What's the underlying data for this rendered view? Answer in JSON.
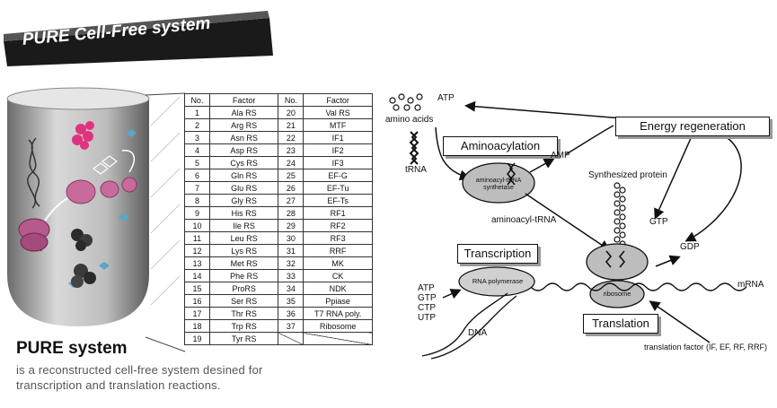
{
  "banner": {
    "title": "PURE Cell-Free system"
  },
  "summary": {
    "title": "PURE system",
    "description_line1": "is a reconstructed cell-free system desined for",
    "description_line2": "transcription and translation reactions."
  },
  "table": {
    "headers": [
      "No.",
      "Factor",
      "No.",
      "Factor"
    ],
    "rows": [
      [
        "1",
        "Ala RS",
        "20",
        "Val RS"
      ],
      [
        "2",
        "Arg RS",
        "21",
        "MTF"
      ],
      [
        "3",
        "Asn RS",
        "22",
        "IF1"
      ],
      [
        "4",
        "Asp RS",
        "23",
        "IF2"
      ],
      [
        "5",
        "Cys RS",
        "24",
        "IF3"
      ],
      [
        "6",
        "Gln RS",
        "25",
        "EF-G"
      ],
      [
        "7",
        "Glu RS",
        "26",
        "EF-Tu"
      ],
      [
        "8",
        "Gly RS",
        "27",
        "EF-Ts"
      ],
      [
        "9",
        "His RS",
        "28",
        "RF1"
      ],
      [
        "10",
        "Ile RS",
        "29",
        "RF2"
      ],
      [
        "11",
        "Leu RS",
        "30",
        "RF3"
      ],
      [
        "12",
        "Lys RS",
        "31",
        "RRF"
      ],
      [
        "13",
        "Met RS",
        "32",
        "MK"
      ],
      [
        "14",
        "Phe RS",
        "33",
        "CK"
      ],
      [
        "15",
        "ProRS",
        "34",
        "NDK"
      ],
      [
        "16",
        "Ser RS",
        "35",
        "Ppiase"
      ],
      [
        "17",
        "Thr RS",
        "36",
        "T7 RNA poly."
      ],
      [
        "18",
        "Trp RS",
        "37",
        "Ribosome"
      ],
      [
        "19",
        "Tyr RS",
        "",
        ""
      ]
    ]
  },
  "diagram": {
    "atp_top": "ATP",
    "amino_acids": "amino acids",
    "trna": "tRNA",
    "aminoacylation": "Aminoacylation",
    "synthetase": "aminoacyl-tRNA synthetase",
    "amp": "AMP",
    "energy_regeneration": "Energy regeneration",
    "synthesized_protein": "Synthesized protein",
    "aminoacyl_trna": "aminoacyl-tRNA",
    "gtp": "GTP",
    "gdp": "GDP",
    "transcription": "Transcription",
    "rna_polymerase": "RNA polymerase",
    "ntp_atp": "ATP",
    "ntp_gtp": "GTP",
    "ntp_ctp": "CTP",
    "ntp_utp": "UTP",
    "dna": "DNA",
    "ribosome": "ribosome",
    "mrna": "mRNA",
    "translation": "Translation",
    "translation_factor": "translation factor (IF, EF, RF, RRF)"
  }
}
